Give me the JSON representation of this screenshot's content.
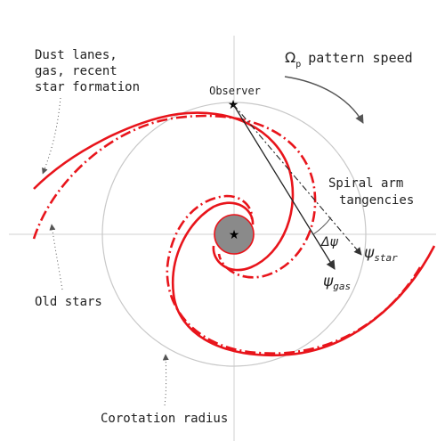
{
  "colors": {
    "arm": "#e8141b",
    "circle": "#c8c8c8",
    "axis": "#d0d0d0",
    "text": "#222222",
    "bulge": "#8a8a8a",
    "arrow": "#555555"
  },
  "labels": {
    "dust_line1": "Dust lanes,",
    "dust_line2": "gas, recent",
    "dust_line3": "star formation",
    "pattern_omega": "Ω",
    "pattern_sub": "p",
    "pattern_text": "pattern speed",
    "observer": "Observer",
    "tangency_line1": "Spiral arm",
    "tangency_line2": "tangencies",
    "delta_psi": "Δψ",
    "psi_star": "ψ",
    "psi_star_sub": "star",
    "psi_gas": "ψ",
    "psi_gas_sub": "gas",
    "old_stars": "Old stars",
    "corotation": "Corotation radius"
  }
}
